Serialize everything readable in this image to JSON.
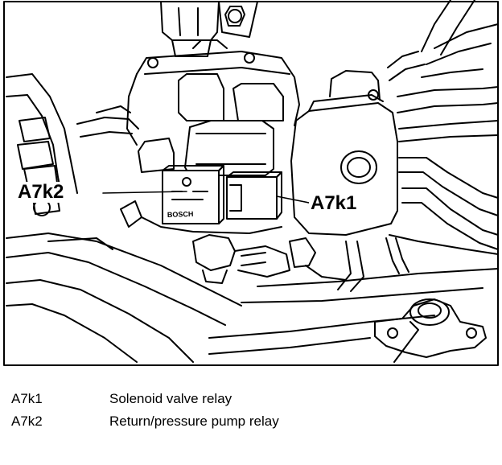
{
  "figure": {
    "callouts": {
      "a7k2": "A7k2",
      "a7k1": "A7k1"
    },
    "relay_label": {
      "brand": "BOSCH"
    }
  },
  "legend": [
    {
      "code": "A7k1",
      "description": "Solenoid valve relay"
    },
    {
      "code": "A7k2",
      "description": "Return/pressure pump relay"
    }
  ]
}
